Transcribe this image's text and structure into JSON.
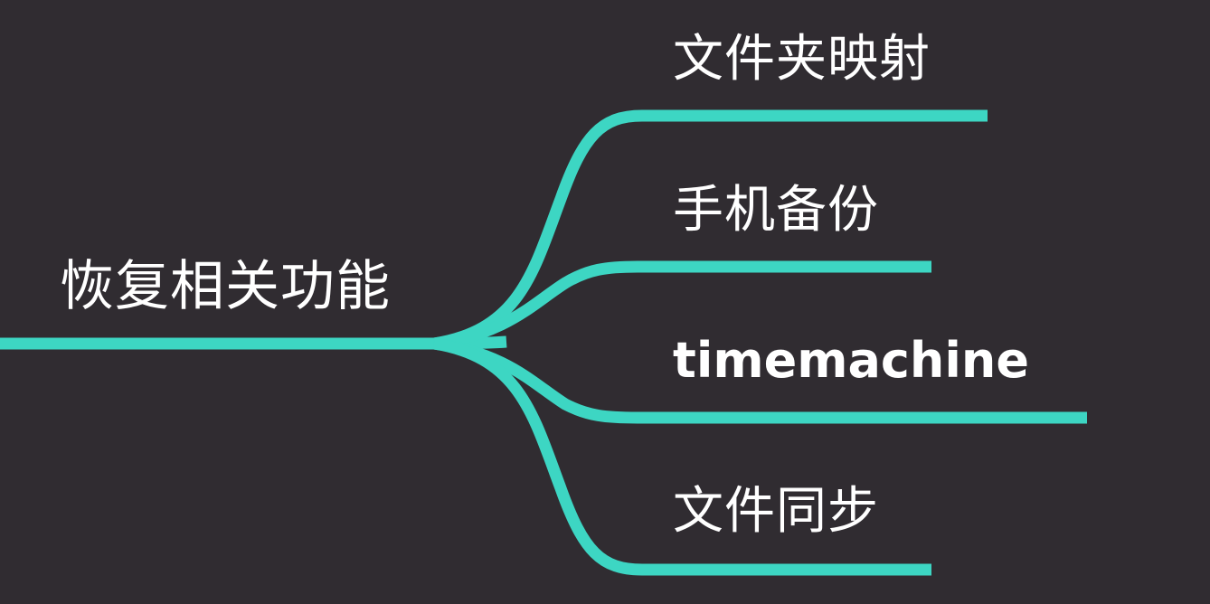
{
  "mindmap": {
    "background": "#302c31",
    "line_color": "#3dd6c3",
    "text_color": "#ffffff",
    "root": {
      "label": "恢复相关功能"
    },
    "children": [
      {
        "label": "文件夹映射"
      },
      {
        "label": "手机备份"
      },
      {
        "label": "timemachine"
      },
      {
        "label": "文件同步"
      }
    ]
  }
}
